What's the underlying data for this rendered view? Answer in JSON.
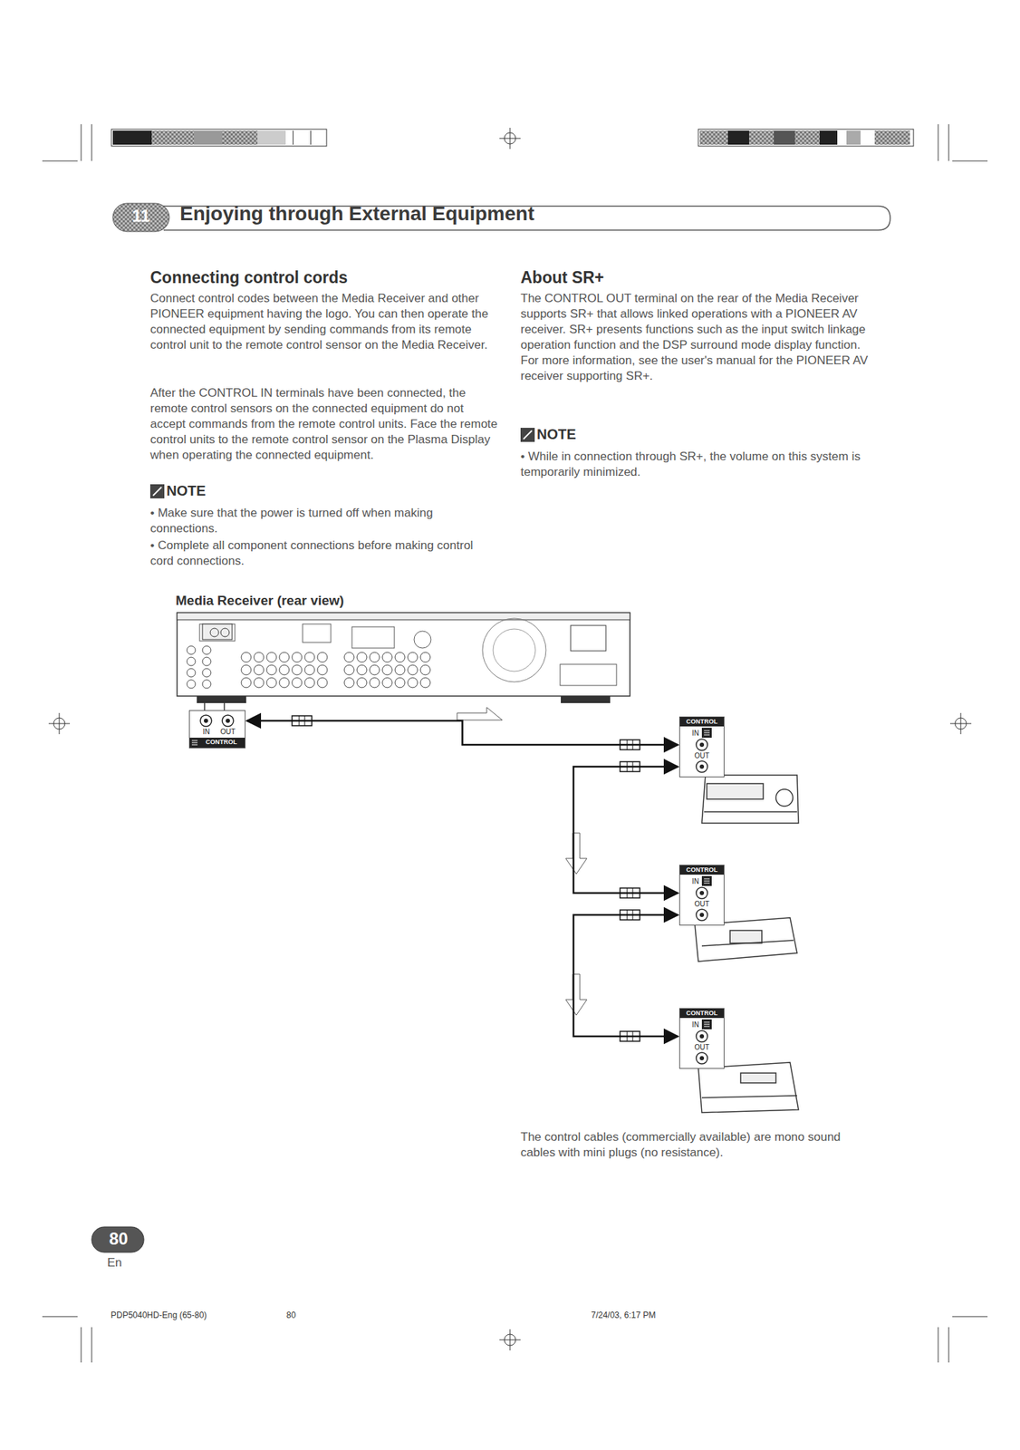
{
  "diagram": {
    "title": "Enjoying through External Equipment",
    "caption": "The control cables (commercially available) are mono sound cables with mini plugs (no resistance).",
    "nodes": [
      {
        "text": [
          "Media Receiver (rear view)"
        ]
      },
      {
        "text": [
          "IN",
          "OUT",
          "CONTROL"
        ]
      },
      {
        "text": [
          "CONTROL",
          "IN",
          "OUT"
        ]
      },
      {
        "text": [
          "CONTROL",
          "IN",
          "OUT"
        ]
      },
      {
        "text": [
          "CONTROL",
          "IN",
          "OUT"
        ]
      }
    ],
    "edges": [
      {
        "from": 1,
        "to": 2,
        "arrow": "both"
      },
      {
        "from": 2,
        "to": 3,
        "arrow": "both"
      },
      {
        "from": 3,
        "to": 4,
        "arrow": "both"
      }
    ],
    "labels": [
      "11",
      "Connecting control cords",
      "Connect control codes between the Media Receiver and other PIONEER equipment having the logo. You can then operate the connected equipment by sending commands from its remote control unit to the remote control sensor on the Media Receiver.",
      "After the CONTROL IN terminals have been connected, the remote control sensors on the connected equipment do not accept commands from the remote control units. Face the remote control units to the remote control sensor on the Plasma Display when operating the connected equipment.",
      "NOTE",
      "• Make sure that the power is turned off when making connections.",
      "• Complete all component connections before making control cord connections.",
      "About SR+",
      "The CONTROL OUT terminal on the rear of the Media Receiver supports SR+ that allows linked operations with a PIONEER AV receiver. SR+ presents functions such as the input switch linkage operation function and the DSP surround mode display function. For more information, see the user's manual for the PIONEER AV receiver supporting SR+.",
      "NOTE",
      "• While in connection through SR+, the volume on this system is temporarily minimized.",
      "80",
      "En",
      "PDP5040HD-Eng (65-80)",
      "80",
      "7/24/03, 6:17 PM"
    ]
  }
}
